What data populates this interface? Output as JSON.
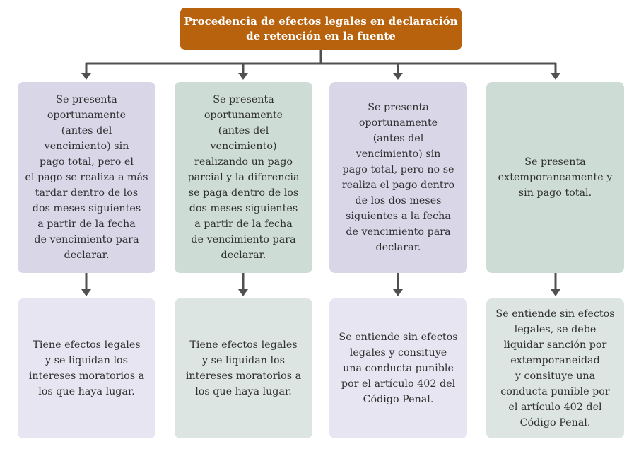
{
  "title": {
    "line1": "Procedencia de efectos legales en declaración",
    "line2": "de retención en la fuente"
  },
  "colors": {
    "title_bg": "#b8620e",
    "purple_top": "#d9d6e8",
    "green_top": "#cedcd6",
    "purple_bottom": "#e6e5f1",
    "green_bottom": "#dce5e1",
    "connector": "#505050"
  },
  "cases": [
    {
      "condition": [
        "Se presenta",
        "oportunamente",
        "(antes del",
        "vencimiento) sin",
        "pago total, pero el",
        "el pago se realiza a más",
        "tardar dentro de los",
        "dos meses siguientes",
        "a partir de la fecha",
        "de vencimiento para",
        "declarar."
      ],
      "effect": [
        "Tiene efectos legales",
        "y se liquidan los",
        "intereses moratorios a",
        "los que haya lugar."
      ]
    },
    {
      "condition": [
        "Se presenta",
        "oportunamente",
        "(antes del",
        "vencimiento)",
        "realizando un pago",
        "parcial y la diferencia",
        "se paga dentro de los",
        "dos meses siguientes",
        "a partir de la fecha",
        "de vencimiento para",
        "declarar."
      ],
      "effect": [
        "Tiene efectos legales",
        "y se liquidan los",
        "intereses moratorios a",
        "los que haya lugar."
      ]
    },
    {
      "condition": [
        "Se presenta",
        "oportunamente",
        "(antes del",
        "vencimiento) sin",
        "pago total, pero no se",
        "realiza el pago dentro",
        "de los dos meses",
        "siguientes a la fecha",
        "de vencimiento para",
        "declarar."
      ],
      "effect": [
        "Se entiende sin efectos",
        "legales y consituye",
        "una conducta punible",
        "por el artículo 402 del",
        "Código Penal."
      ]
    },
    {
      "condition": [
        "Se presenta",
        "extemporaneamente y",
        "sin pago total."
      ],
      "effect": [
        "Se entiende sin efectos",
        "legales, se debe",
        "liquidar sanción por",
        "extemporaneidad",
        "y consituye una",
        "conducta punible por",
        "el artículo 402 del",
        "Código Penal."
      ]
    }
  ]
}
